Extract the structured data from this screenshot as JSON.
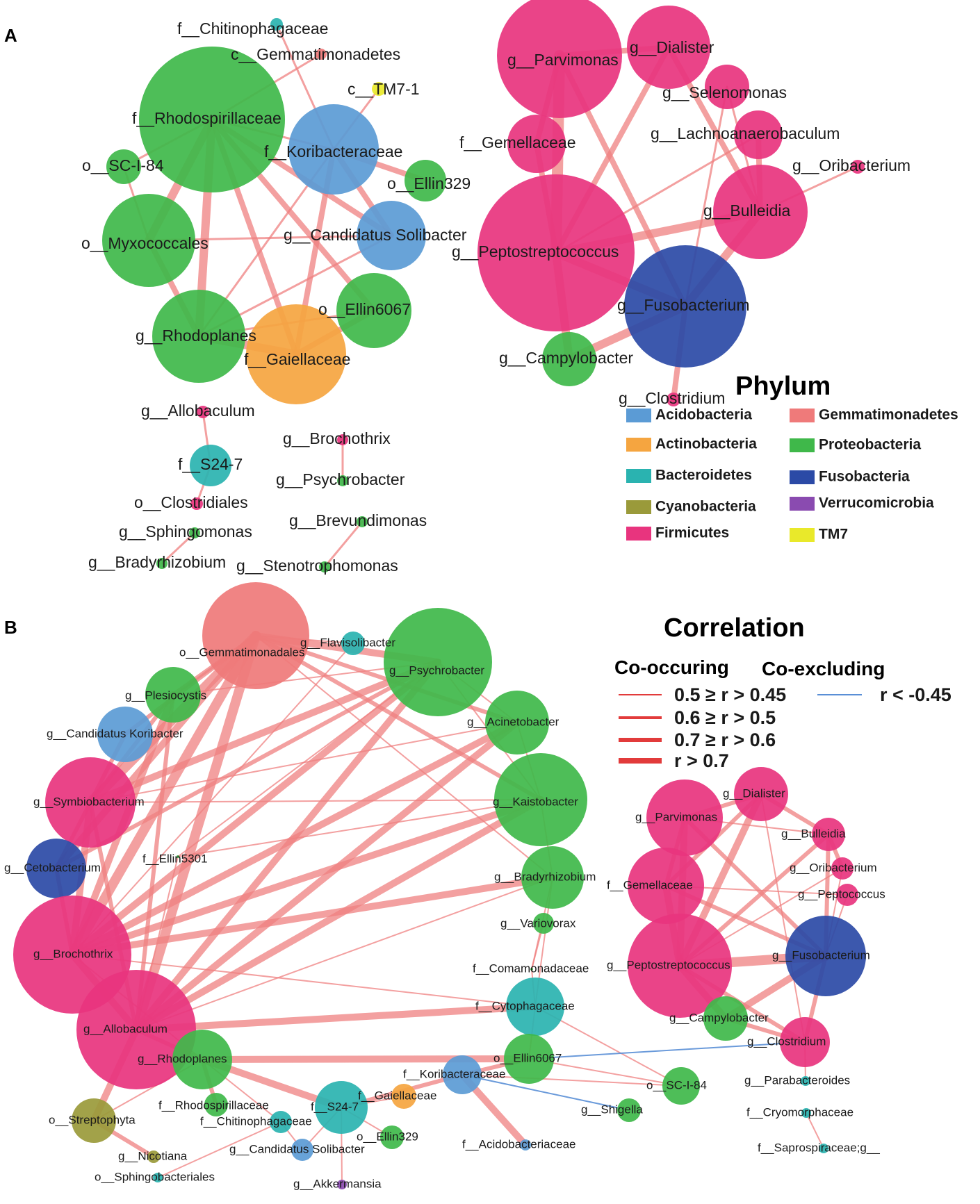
{
  "panels": {
    "a": "A",
    "b": "B"
  },
  "colors": {
    "Acidobacteria": "#5b9bd5",
    "Actinobacteria": "#f5a540",
    "Bacteroidetes": "#2ab3b0",
    "Cyanobacteria": "#9a9a3a",
    "Firmicutes": "#e8347e",
    "Gemmatimonadetes": "#ef7a7a",
    "Proteobacteria": "#3fb84a",
    "Fusobacteria": "#2b4aa6",
    "Verrucomicrobia": "#8a4bb0",
    "TM7": "#e9e92a",
    "edge_pos": "#ef8080",
    "edge_neg": "#5a8fd6"
  },
  "phylum_legend": {
    "title": "Phylum",
    "items": [
      {
        "name": "Acidobacteria"
      },
      {
        "name": "Actinobacteria"
      },
      {
        "name": "Bacteroidetes"
      },
      {
        "name": "Cyanobacteria"
      },
      {
        "name": "Firmicutes"
      },
      {
        "name": "Gemmatimonadetes"
      },
      {
        "name": "Proteobacteria"
      },
      {
        "name": "Fusobacteria"
      },
      {
        "name": "Verrucomicrobia"
      },
      {
        "name": "TM7"
      }
    ]
  },
  "correlation_legend": {
    "title": "Correlation",
    "co_occurring": "Co-occuring",
    "co_excluding": "Co-excluding",
    "pos_items": [
      "0.5 ≥ r > 0.45",
      "0.6 ≥ r > 0.5",
      "0.7 ≥ r > 0.6",
      "r > 0.7"
    ],
    "neg_item": "r < -0.45"
  },
  "network_a": {
    "nodes": [
      {
        "id": "a1",
        "label": "f__Chitinophagaceae",
        "phylum": "Bacteroidetes"
      },
      {
        "id": "a2",
        "label": "c__Gemmatimonadetes",
        "phylum": "Gemmatimonadetes"
      },
      {
        "id": "a3",
        "label": "c__TM7-1",
        "phylum": "TM7"
      },
      {
        "id": "a4",
        "label": "f__Rhodospirillaceae",
        "phylum": "Proteobacteria"
      },
      {
        "id": "a5",
        "label": "f__Koribacteraceae",
        "phylum": "Acidobacteria"
      },
      {
        "id": "a6",
        "label": "o__SC-I-84",
        "phylum": "Proteobacteria"
      },
      {
        "id": "a7",
        "label": "o__Ellin329",
        "phylum": "Proteobacteria"
      },
      {
        "id": "a8",
        "label": "o__Myxococcales",
        "phylum": "Proteobacteria"
      },
      {
        "id": "a9",
        "label": "g__Candidatus Solibacter",
        "phylum": "Acidobacteria"
      },
      {
        "id": "a10",
        "label": "o__Ellin6067",
        "phylum": "Proteobacteria"
      },
      {
        "id": "a11",
        "label": "g__Rhodoplanes",
        "phylum": "Proteobacteria"
      },
      {
        "id": "a12",
        "label": "f__Gaiellaceae",
        "phylum": "Actinobacteria"
      },
      {
        "id": "a13",
        "label": "g__Allobaculum",
        "phylum": "Firmicutes"
      },
      {
        "id": "a14",
        "label": "f__S24-7",
        "phylum": "Bacteroidetes"
      },
      {
        "id": "a15",
        "label": "o__Clostridiales",
        "phylum": "Firmicutes"
      },
      {
        "id": "a16",
        "label": "g__Brochothrix",
        "phylum": "Firmicutes"
      },
      {
        "id": "a17",
        "label": "g__Psychrobacter",
        "phylum": "Proteobacteria"
      },
      {
        "id": "a18",
        "label": "g__Sphingomonas",
        "phylum": "Proteobacteria"
      },
      {
        "id": "a19",
        "label": "g__Bradyrhizobium",
        "phylum": "Proteobacteria"
      },
      {
        "id": "a20",
        "label": "g__Brevundimonas",
        "phylum": "Proteobacteria"
      },
      {
        "id": "a21",
        "label": "g__Stenotrophomonas",
        "phylum": "Proteobacteria"
      },
      {
        "id": "a22",
        "label": "g__Parvimonas",
        "phylum": "Firmicutes"
      },
      {
        "id": "a23",
        "label": "g__Dialister",
        "phylum": "Firmicutes"
      },
      {
        "id": "a24",
        "label": "g__Selenomonas",
        "phylum": "Firmicutes"
      },
      {
        "id": "a25",
        "label": "f__Gemellaceae",
        "phylum": "Firmicutes"
      },
      {
        "id": "a26",
        "label": "g__Lachnoanaerobaculum",
        "phylum": "Firmicutes"
      },
      {
        "id": "a27",
        "label": "g__Oribacterium",
        "phylum": "Firmicutes"
      },
      {
        "id": "a28",
        "label": "g__Bulleidia",
        "phylum": "Firmicutes"
      },
      {
        "id": "a29",
        "label": "g__Peptostreptococcus",
        "phylum": "Firmicutes"
      },
      {
        "id": "a30",
        "label": "g__Fusobacterium",
        "phylum": "Fusobacteria"
      },
      {
        "id": "a31",
        "label": "g__Campylobacter",
        "phylum": "Proteobacteria"
      },
      {
        "id": "a32",
        "label": "g__Clostridium",
        "phylum": "Firmicutes"
      }
    ],
    "edges": [
      {
        "s": "a4",
        "t": "a8",
        "w": 3
      },
      {
        "s": "a4",
        "t": "a11",
        "w": 3
      },
      {
        "s": "a4",
        "t": "a12",
        "w": 2
      },
      {
        "s": "a4",
        "t": "a10",
        "w": 2
      },
      {
        "s": "a4",
        "t": "a2",
        "w": 1
      },
      {
        "s": "a4",
        "t": "a6",
        "w": 1
      },
      {
        "s": "a4",
        "t": "a5",
        "w": 1
      },
      {
        "s": "a4",
        "t": "a9",
        "w": 2
      },
      {
        "s": "a5",
        "t": "a7",
        "w": 2
      },
      {
        "s": "a5",
        "t": "a9",
        "w": 2
      },
      {
        "s": "a5",
        "t": "a12",
        "w": 2
      },
      {
        "s": "a5",
        "t": "a11",
        "w": 1
      },
      {
        "s": "a5",
        "t": "a3",
        "w": 1
      },
      {
        "s": "a5",
        "t": "a1",
        "w": 1
      },
      {
        "s": "a8",
        "t": "a11",
        "w": 2
      },
      {
        "s": "a8",
        "t": "a9",
        "w": 1
      },
      {
        "s": "a11",
        "t": "a12",
        "w": 3
      },
      {
        "s": "a12",
        "t": "a10",
        "w": 2
      },
      {
        "s": "a11",
        "t": "a9",
        "w": 1
      },
      {
        "s": "a11",
        "t": "a10",
        "w": 1
      },
      {
        "s": "a8",
        "t": "a6",
        "w": 1
      },
      {
        "s": "a13",
        "t": "a14",
        "w": 1
      },
      {
        "s": "a14",
        "t": "a15",
        "w": 1
      },
      {
        "s": "a16",
        "t": "a17",
        "w": 1
      },
      {
        "s": "a18",
        "t": "a19",
        "w": 1
      },
      {
        "s": "a20",
        "t": "a21",
        "w": 1
      },
      {
        "s": "a22",
        "t": "a29",
        "w": 4
      },
      {
        "s": "a22",
        "t": "a25",
        "w": 2
      },
      {
        "s": "a22",
        "t": "a23",
        "w": 2
      },
      {
        "s": "a22",
        "t": "a30",
        "w": 2
      },
      {
        "s": "a23",
        "t": "a29",
        "w": 2
      },
      {
        "s": "a23",
        "t": "a28",
        "w": 2
      },
      {
        "s": "a24",
        "t": "a28",
        "w": 1
      },
      {
        "s": "a26",
        "t": "a28",
        "w": 2
      },
      {
        "s": "a26",
        "t": "a29",
        "w": 1
      },
      {
        "s": "a28",
        "t": "a29",
        "w": 3
      },
      {
        "s": "a28",
        "t": "a30",
        "w": 3
      },
      {
        "s": "a28",
        "t": "a27",
        "w": 1
      },
      {
        "s": "a29",
        "t": "a30",
        "w": 3
      },
      {
        "s": "a29",
        "t": "a31",
        "w": 3
      },
      {
        "s": "a30",
        "t": "a31",
        "w": 3
      },
      {
        "s": "a30",
        "t": "a32",
        "w": 2
      },
      {
        "s": "a25",
        "t": "a29",
        "w": 2
      },
      {
        "s": "a24",
        "t": "a30",
        "w": 1
      }
    ]
  },
  "network_b": {
    "nodes": [
      {
        "id": "b1",
        "label": "o__Gemmatimonadales",
        "phylum": "Gemmatimonadetes"
      },
      {
        "id": "b2",
        "label": "g__Flavisolibacter",
        "phylum": "Bacteroidetes"
      },
      {
        "id": "b3",
        "label": "g__Psychrobacter",
        "phylum": "Proteobacteria"
      },
      {
        "id": "b4",
        "label": "g__Plesiocystis",
        "phylum": "Proteobacteria"
      },
      {
        "id": "b5",
        "label": "g__Candidatus Koribacter",
        "phylum": "Acidobacteria"
      },
      {
        "id": "b6",
        "label": "g__Acinetobacter",
        "phylum": "Proteobacteria"
      },
      {
        "id": "b7",
        "label": "g__Symbiobacterium",
        "phylum": "Firmicutes"
      },
      {
        "id": "b8",
        "label": "g__Kaistobacter",
        "phylum": "Proteobacteria"
      },
      {
        "id": "b9",
        "label": "g__Cetobacterium",
        "phylum": "Fusobacteria"
      },
      {
        "id": "b10",
        "label": "f__Ellin5301",
        "phylum": "Proteobacteria"
      },
      {
        "id": "b11",
        "label": "g__Bradyrhizobium",
        "phylum": "Proteobacteria"
      },
      {
        "id": "b12",
        "label": "g__Variovorax",
        "phylum": "Proteobacteria"
      },
      {
        "id": "b13",
        "label": "g__Brochothrix",
        "phylum": "Firmicutes"
      },
      {
        "id": "b14",
        "label": "f__Comamonadaceae",
        "phylum": "Proteobacteria"
      },
      {
        "id": "b15",
        "label": "f__Cytophagaceae",
        "phylum": "Bacteroidetes"
      },
      {
        "id": "b16",
        "label": "g__Allobaculum",
        "phylum": "Firmicutes"
      },
      {
        "id": "b17",
        "label": "g__Rhodoplanes",
        "phylum": "Proteobacteria"
      },
      {
        "id": "b18",
        "label": "o__Ellin6067",
        "phylum": "Proteobacteria"
      },
      {
        "id": "b19",
        "label": "f__Koribacteraceae",
        "phylum": "Acidobacteria"
      },
      {
        "id": "b20",
        "label": "f__Rhodospirillaceae",
        "phylum": "Proteobacteria"
      },
      {
        "id": "b21",
        "label": "f__Gaiellaceae",
        "phylum": "Actinobacteria"
      },
      {
        "id": "b22",
        "label": "f__S24-7",
        "phylum": "Bacteroidetes"
      },
      {
        "id": "b23",
        "label": "o__SC-I-84",
        "phylum": "Proteobacteria"
      },
      {
        "id": "b24",
        "label": "o__Streptophyta",
        "phylum": "Cyanobacteria"
      },
      {
        "id": "b25",
        "label": "f__Chitinophagaceae",
        "phylum": "Bacteroidetes"
      },
      {
        "id": "b26",
        "label": "g__Shigella",
        "phylum": "Proteobacteria"
      },
      {
        "id": "b27",
        "label": "o__Ellin329",
        "phylum": "Proteobacteria"
      },
      {
        "id": "b28",
        "label": "f__Acidobacteriaceae",
        "phylum": "Acidobacteria"
      },
      {
        "id": "b29",
        "label": "g__Nicotiana",
        "phylum": "Cyanobacteria"
      },
      {
        "id": "b30",
        "label": "g__Candidatus Solibacter",
        "phylum": "Acidobacteria"
      },
      {
        "id": "b31",
        "label": "o__Sphingobacteriales",
        "phylum": "Bacteroidetes"
      },
      {
        "id": "b32",
        "label": "g__Akkermansia",
        "phylum": "Verrucomicrobia"
      },
      {
        "id": "b33",
        "label": "g__Dialister",
        "phylum": "Firmicutes"
      },
      {
        "id": "b34",
        "label": "g__Parvimonas",
        "phylum": "Firmicutes"
      },
      {
        "id": "b35",
        "label": "g__Bulleidia",
        "phylum": "Firmicutes"
      },
      {
        "id": "b36",
        "label": "g__Oribacterium",
        "phylum": "Firmicutes"
      },
      {
        "id": "b37",
        "label": "f__Gemellaceae",
        "phylum": "Firmicutes"
      },
      {
        "id": "b38",
        "label": "g__Peptococcus",
        "phylum": "Firmicutes"
      },
      {
        "id": "b39",
        "label": "g__Peptostreptococcus",
        "phylum": "Firmicutes"
      },
      {
        "id": "b40",
        "label": "g__Fusobacterium",
        "phylum": "Fusobacteria"
      },
      {
        "id": "b41",
        "label": "g__Campylobacter",
        "phylum": "Proteobacteria"
      },
      {
        "id": "b42",
        "label": "g__Clostridium",
        "phylum": "Firmicutes"
      },
      {
        "id": "b43",
        "label": "g__Parabacteroides",
        "phylum": "Bacteroidetes"
      },
      {
        "id": "b44",
        "label": "f__Cryomorphaceae",
        "phylum": "Bacteroidetes"
      },
      {
        "id": "b45",
        "label": "f__Saprospiraceae;g__",
        "phylum": "Bacteroidetes"
      }
    ],
    "edges": [
      {
        "s": "b13",
        "t": "b1",
        "w": 4
      },
      {
        "s": "b13",
        "t": "b3",
        "w": 3
      },
      {
        "s": "b13",
        "t": "b6",
        "w": 3
      },
      {
        "s": "b13",
        "t": "b8",
        "w": 3
      },
      {
        "s": "b13",
        "t": "b4",
        "w": 3
      },
      {
        "s": "b13",
        "t": "b7",
        "w": 3
      },
      {
        "s": "b13",
        "t": "b11",
        "w": 3
      },
      {
        "s": "b13",
        "t": "b15",
        "w": 1
      },
      {
        "s": "b13",
        "t": "b9",
        "w": 2
      },
      {
        "s": "b13",
        "t": "b2",
        "w": 1
      },
      {
        "s": "b16",
        "t": "b1",
        "w": 4
      },
      {
        "s": "b16",
        "t": "b3",
        "w": 3
      },
      {
        "s": "b16",
        "t": "b6",
        "w": 3
      },
      {
        "s": "b16",
        "t": "b8",
        "w": 3
      },
      {
        "s": "b16",
        "t": "b15",
        "w": 3
      },
      {
        "s": "b16",
        "t": "b13",
        "w": 3
      },
      {
        "s": "b16",
        "t": "b7",
        "w": 2
      },
      {
        "s": "b16",
        "t": "b11",
        "w": 1
      },
      {
        "s": "b16",
        "t": "b4",
        "w": 2
      },
      {
        "s": "b16",
        "t": "b10",
        "w": 1
      },
      {
        "s": "b7",
        "t": "b1",
        "w": 4
      },
      {
        "s": "b7",
        "t": "b3",
        "w": 3
      },
      {
        "s": "b7",
        "t": "b8",
        "w": 1
      },
      {
        "s": "b7",
        "t": "b4",
        "w": 2
      },
      {
        "s": "b7",
        "t": "b5",
        "w": 2
      },
      {
        "s": "b7",
        "t": "b6",
        "w": 1
      },
      {
        "s": "b9",
        "t": "b1",
        "w": 3
      },
      {
        "s": "b9",
        "t": "b3",
        "w": 2
      },
      {
        "s": "b9",
        "t": "b7",
        "w": 2
      },
      {
        "s": "b4",
        "t": "b1",
        "w": 2
      },
      {
        "s": "b5",
        "t": "b1",
        "w": 2
      },
      {
        "s": "b1",
        "t": "b3",
        "w": 3
      },
      {
        "s": "b1",
        "t": "b6",
        "w": 2
      },
      {
        "s": "b1",
        "t": "b8",
        "w": 2
      },
      {
        "s": "b1",
        "t": "b11",
        "w": 1
      },
      {
        "s": "b1",
        "t": "b2",
        "w": 1
      },
      {
        "s": "b3",
        "t": "b6",
        "w": 1
      },
      {
        "s": "b3",
        "t": "b8",
        "w": 1
      },
      {
        "s": "b3",
        "t": "b4",
        "w": 1
      },
      {
        "s": "b6",
        "t": "b8",
        "w": 1
      },
      {
        "s": "b8",
        "t": "b11",
        "w": 1
      },
      {
        "s": "b10",
        "t": "b8",
        "w": 1
      },
      {
        "s": "b10",
        "t": "b3",
        "w": 1
      },
      {
        "s": "b16",
        "t": "b17",
        "w": 2
      },
      {
        "s": "b17",
        "t": "b18",
        "w": 3
      },
      {
        "s": "b17",
        "t": "b20",
        "w": 2
      },
      {
        "s": "b17",
        "t": "b22",
        "w": 3
      },
      {
        "s": "b17",
        "t": "b25",
        "w": 1
      },
      {
        "s": "b17",
        "t": "b24",
        "w": 1
      },
      {
        "s": "b18",
        "t": "b19",
        "w": 2
      },
      {
        "s": "b18",
        "t": "b23",
        "w": 1
      },
      {
        "s": "b18",
        "t": "b15",
        "w": 1
      },
      {
        "s": "b19",
        "t": "b22",
        "w": 2
      },
      {
        "s": "b19",
        "t": "b28",
        "w": 3
      },
      {
        "s": "b19",
        "t": "b23",
        "w": 1
      },
      {
        "s": "b22",
        "t": "b21",
        "w": 1
      },
      {
        "s": "b22",
        "t": "b30",
        "w": 1
      },
      {
        "s": "b22",
        "t": "b32",
        "w": 1
      },
      {
        "s": "b22",
        "t": "b27",
        "w": 1
      },
      {
        "s": "b24",
        "t": "b29",
        "w": 2
      },
      {
        "s": "b24",
        "t": "b16",
        "w": 3
      },
      {
        "s": "b25",
        "t": "b31",
        "w": 1
      },
      {
        "s": "b25",
        "t": "b30",
        "w": 1
      },
      {
        "s": "b15",
        "t": "b23",
        "w": 1
      },
      {
        "s": "b11",
        "t": "b14",
        "w": 1
      },
      {
        "s": "b12",
        "t": "b14",
        "w": 1
      },
      {
        "s": "b11",
        "t": "b15",
        "w": 1
      },
      {
        "s": "b14",
        "t": "b15",
        "w": 1
      },
      {
        "s": "b13",
        "t": "b17",
        "w": 1
      },
      {
        "s": "b34",
        "t": "b39",
        "w": 3
      },
      {
        "s": "b34",
        "t": "b37",
        "w": 2
      },
      {
        "s": "b34",
        "t": "b33",
        "w": 2
      },
      {
        "s": "b34",
        "t": "b40",
        "w": 2
      },
      {
        "s": "b34",
        "t": "b35",
        "w": 1
      },
      {
        "s": "b33",
        "t": "b35",
        "w": 2
      },
      {
        "s": "b33",
        "t": "b39",
        "w": 3
      },
      {
        "s": "b33",
        "t": "b37",
        "w": 2
      },
      {
        "s": "b33",
        "t": "b42",
        "w": 1
      },
      {
        "s": "b35",
        "t": "b36",
        "w": 2
      },
      {
        "s": "b35",
        "t": "b39",
        "w": 2
      },
      {
        "s": "b35",
        "t": "b40",
        "w": 2
      },
      {
        "s": "b36",
        "t": "b39",
        "w": 1
      },
      {
        "s": "b36",
        "t": "b40",
        "w": 1
      },
      {
        "s": "b37",
        "t": "b39",
        "w": 3
      },
      {
        "s": "b37",
        "t": "b40",
        "w": 2
      },
      {
        "s": "b37",
        "t": "b38",
        "w": 1
      },
      {
        "s": "b39",
        "t": "b40",
        "w": 4
      },
      {
        "s": "b39",
        "t": "b41",
        "w": 3
      },
      {
        "s": "b39",
        "t": "b42",
        "w": 2
      },
      {
        "s": "b40",
        "t": "b41",
        "w": 3
      },
      {
        "s": "b40",
        "t": "b42",
        "w": 2
      },
      {
        "s": "b41",
        "t": "b42",
        "w": 2
      },
      {
        "s": "b38",
        "t": "b40",
        "w": 1
      },
      {
        "s": "b42",
        "t": "b43",
        "w": 1
      },
      {
        "s": "b44",
        "t": "b45",
        "w": 1
      },
      {
        "s": "b18",
        "t": "b42",
        "w": 1,
        "neg": true
      },
      {
        "s": "b19",
        "t": "b26",
        "w": 1,
        "neg": true
      }
    ]
  }
}
